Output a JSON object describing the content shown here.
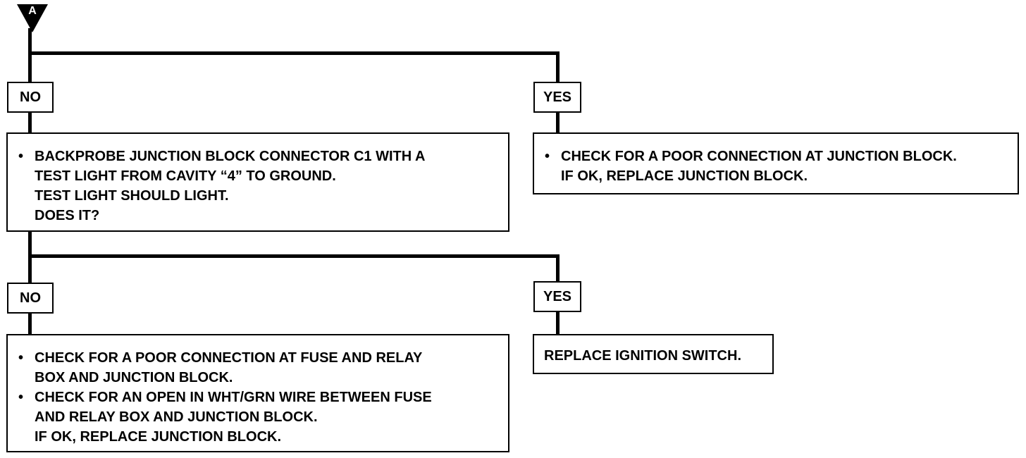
{
  "start_marker": "A",
  "branch1": {
    "no_label": "NO",
    "yes_label": "YES",
    "no_box": {
      "line1": "BACKPROBE JUNCTION BLOCK CONNECTOR C1 WITH A",
      "line2": "TEST LIGHT FROM CAVITY “4” TO GROUND.",
      "line3": "TEST LIGHT SHOULD LIGHT.",
      "line4": "DOES IT?"
    },
    "yes_box": {
      "line1": "CHECK FOR A POOR CONNECTION AT JUNCTION BLOCK.",
      "line2": "IF OK, REPLACE JUNCTION BLOCK."
    }
  },
  "branch2": {
    "no_label": "NO",
    "yes_label": "YES",
    "no_box": {
      "bullet1_line1": "CHECK FOR A POOR CONNECTION AT FUSE AND RELAY",
      "bullet1_line2": "BOX AND JUNCTION BLOCK.",
      "bullet2_line1": "CHECK FOR AN OPEN IN WHT/GRN WIRE BETWEEN FUSE",
      "bullet2_line2": "AND RELAY BOX AND JUNCTION BLOCK.",
      "bullet2_line3": "IF OK, REPLACE JUNCTION BLOCK."
    },
    "yes_box": {
      "line1": "REPLACE IGNITION SWITCH."
    }
  }
}
